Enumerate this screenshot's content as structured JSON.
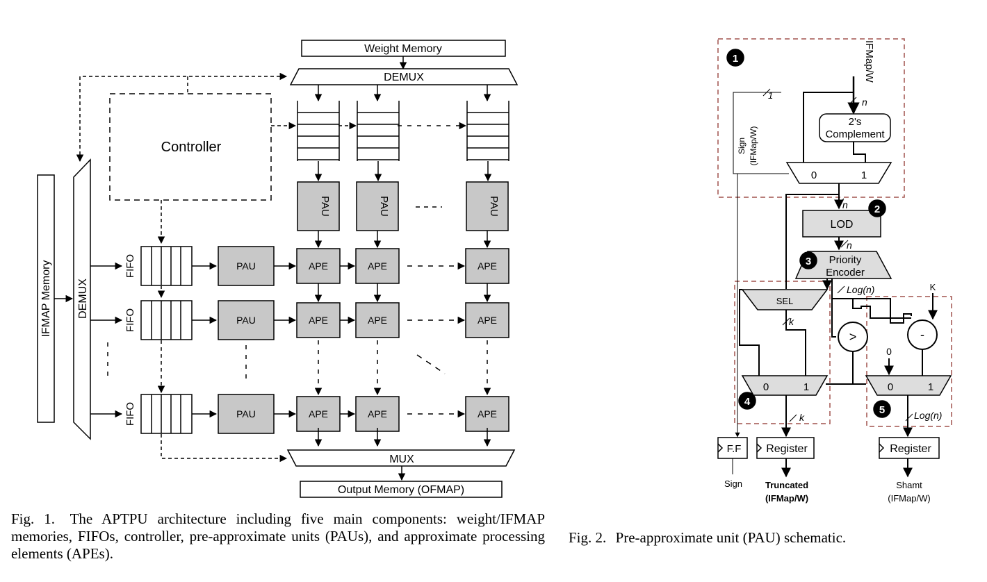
{
  "fig1": {
    "weight_memory": "Weight Memory",
    "demux_top": "DEMUX",
    "controller": "Controller",
    "ifmap_memory": "IFMAP Memory",
    "demux_left": "DEMUX",
    "fifo": "FIFO",
    "pau": "PAU",
    "ape": "APE",
    "mux": "MUX",
    "output_memory": "Output Memory (OFMAP)"
  },
  "fig2": {
    "input": "IFMap/W",
    "n": "n",
    "one": "1",
    "twos_complement_line1": "2's",
    "twos_complement_line2": "Complement",
    "sign_line1": "Sign",
    "sign_line2": "(IFMap/W)",
    "mux_in0": "0",
    "mux_in1": "1",
    "lod": "LOD",
    "priority_encoder_line1": "Priority",
    "priority_encoder_line2": "Encoder",
    "logn": "Log(n)",
    "k": "k",
    "K": "K",
    "sel": "SEL",
    "gt": ">",
    "minus": "-",
    "zero": "0",
    "ff": "F.F",
    "register": "Register",
    "out_sign": "Sign",
    "out_truncated_line1": "Truncated",
    "out_truncated_line2": "(IFMap/W)",
    "out_shamt_line1": "Shamt",
    "out_shamt_line2": "(IFMap/W)",
    "badges": [
      "1",
      "2",
      "3",
      "4",
      "5"
    ]
  },
  "captions": {
    "fig1_num": "Fig. 1.",
    "fig1_text": "The APTPU architecture including five main components: weight/IFMAP memories, FIFOs, controller, pre-approximate units (PAUs), and approximate processing elements (APEs).",
    "fig2_num": "Fig. 2.",
    "fig2_text": "Pre-approximate unit (PAU) schematic."
  }
}
